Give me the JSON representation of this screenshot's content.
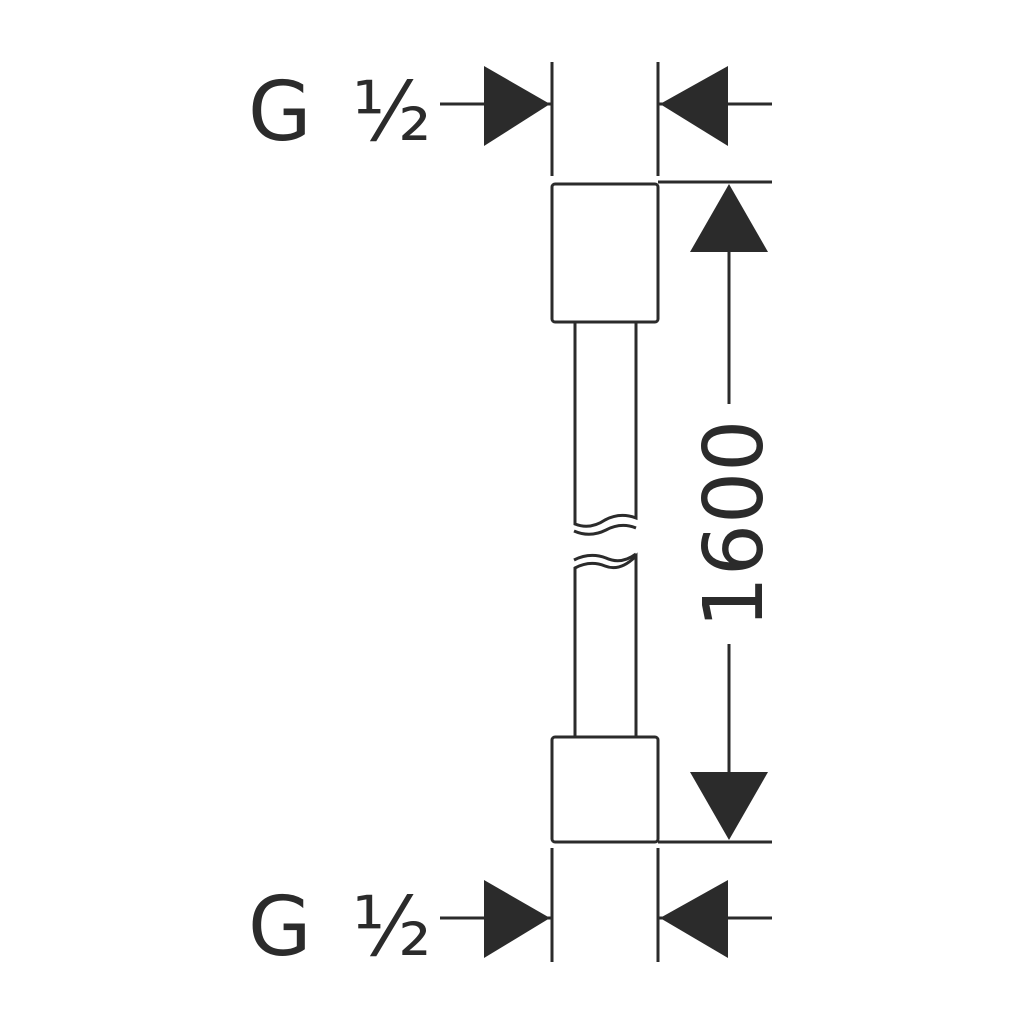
{
  "drawing": {
    "thread_top": {
      "letter": "G",
      "size": "½"
    },
    "thread_bottom": {
      "letter": "G",
      "size": "½"
    },
    "length": "1600"
  },
  "colors": {
    "line": "#2b2b2b",
    "background": "#ffffff"
  }
}
